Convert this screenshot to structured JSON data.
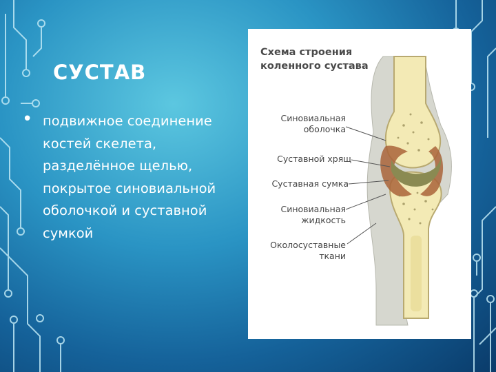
{
  "slide": {
    "title": "СУСТАВ",
    "bullet": "подвижное соединение костей скелета, разделённое щелью, покрытое синовиальной оболочкой и суставной сумкой"
  },
  "figure": {
    "title_line1": "Схема строения",
    "title_line2": "коленного сустава",
    "labels": {
      "synovial_membrane_1": "Синовиальная",
      "synovial_membrane_2": "оболочка",
      "meniscus": "Суставной хрящ",
      "capsule": "Суставная сумка",
      "synovial_fluid_1": "Синовиальная",
      "synovial_fluid_2": "жидкость",
      "periarticular_1": "Околосуставные",
      "periarticular_2": "ткани"
    }
  },
  "colors": {
    "bone": "#f3eab5",
    "bone_edge": "#b8a970",
    "cartilage": "#8a8a52",
    "synovial": "#a9643a",
    "tissue": "#d8d8d0"
  }
}
